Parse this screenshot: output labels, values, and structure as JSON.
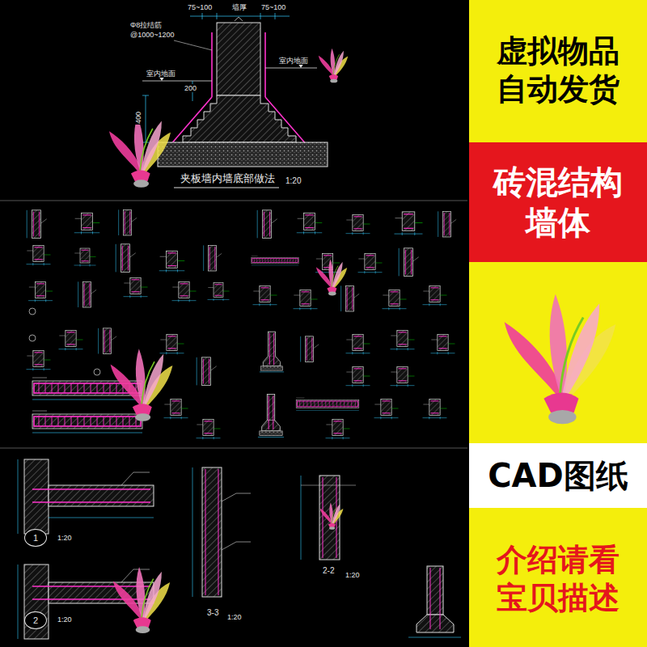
{
  "diagram": {
    "nodes": [
      {
        "text": [
          "虚拟物品 自动发货"
        ]
      },
      {
        "text": [
          "砖混结构 墙体"
        ]
      },
      {
        "text": [
          "CAD图纸"
        ]
      },
      {
        "text": [
          "介绍请看 宝贝描述"
        ]
      },
      {
        "text": [
          "1"
        ]
      },
      {
        "text": [
          "2"
        ]
      }
    ],
    "labels": [
      "75~100",
      "墙厚",
      "75~100",
      "Φ8拉结筋",
      "@1000~1200",
      "室内地面",
      "室内地面",
      "200",
      "400",
      "夹板墙内墙底部做法",
      "1:20",
      "1:20",
      "1:20",
      "2-2",
      "1:20",
      "3-3",
      "1:20"
    ]
  }
}
